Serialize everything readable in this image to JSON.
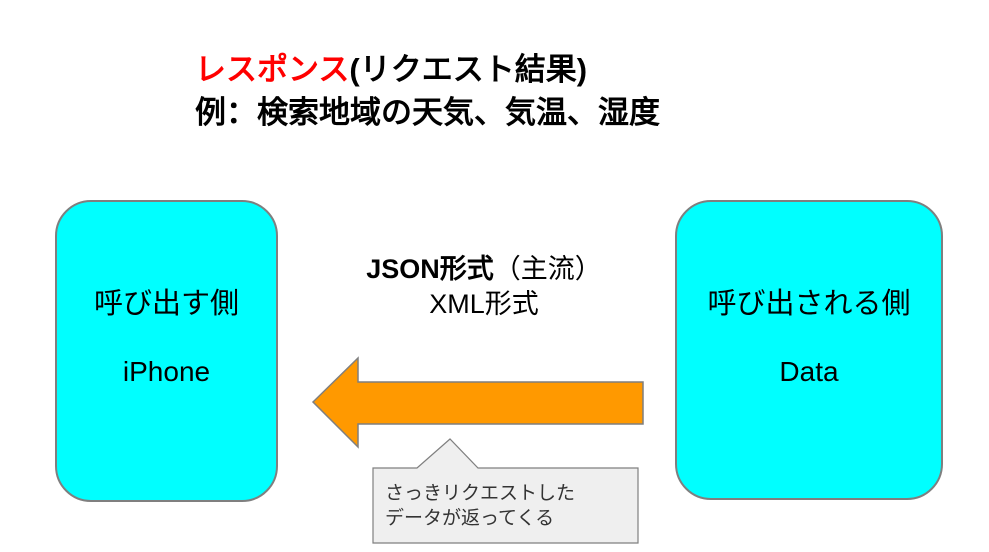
{
  "title": {
    "highlight": "レスポンス",
    "highlight_color": "#ff0000",
    "rest": "(リクエスト結果)",
    "line2": "例：検索地域の天気、気温、湿度"
  },
  "caller_box": {
    "role_label": "呼び出す側",
    "entity_label": "iPhone",
    "fill_color": "#00ffff"
  },
  "callee_box": {
    "role_label": "呼び出される側",
    "entity_label": "Data",
    "fill_color": "#00ffff"
  },
  "formats": {
    "primary": "JSON形式",
    "primary_note": "（主流）",
    "secondary": "XML形式"
  },
  "arrow": {
    "direction": "right-to-left",
    "fill_color": "#ff9900",
    "stroke_color": "#7f7f7f"
  },
  "callout": {
    "line1": "さっきリクエストした",
    "line2": "データが返ってくる",
    "fill_color": "#efefef",
    "stroke_color": "#7f7f7f"
  }
}
